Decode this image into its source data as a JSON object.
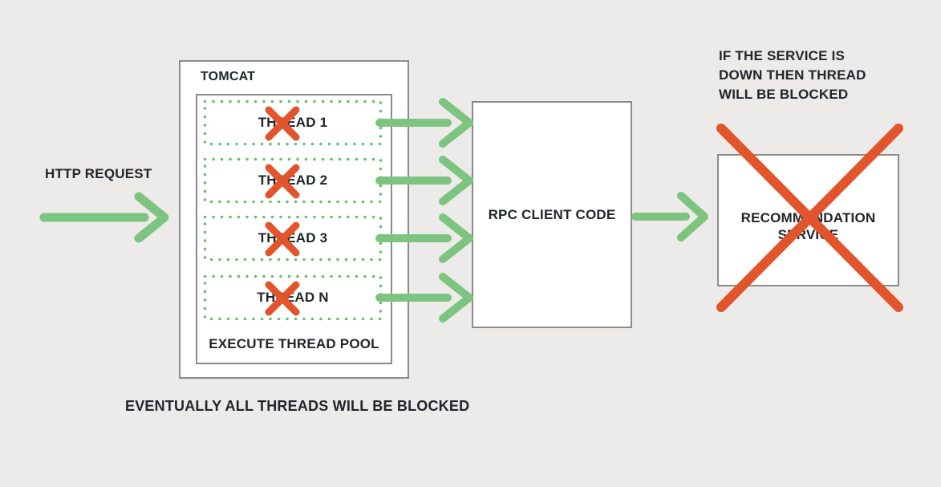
{
  "diagram": {
    "http_request_label": "HTTP REQUEST",
    "tomcat": {
      "title": "TOMCAT",
      "pool_label": "EXECUTE THREAD POOL",
      "threads": [
        "THREAD 1",
        "THREAD 2",
        "THREAD 3",
        "THREAD N"
      ]
    },
    "rpc_box_label": "RPC CLIENT CODE",
    "service_box_lines": [
      "RECOMMENDATION",
      "SERVICE"
    ],
    "service_note_lines": [
      "IF THE SERVICE IS",
      "DOWN THEN THREAD",
      "WILL BE BLOCKED"
    ],
    "bottom_note": "EVENTUALLY ALL THREADS WILL BE BLOCKED",
    "colors": {
      "background": "#edebe9",
      "arrow_green": "#7cc47f",
      "dot_green": "#6abf6e",
      "cross_red": "#e2542c",
      "box_border_gray": "#8b8b8b",
      "text_dark": "#20252c"
    }
  }
}
